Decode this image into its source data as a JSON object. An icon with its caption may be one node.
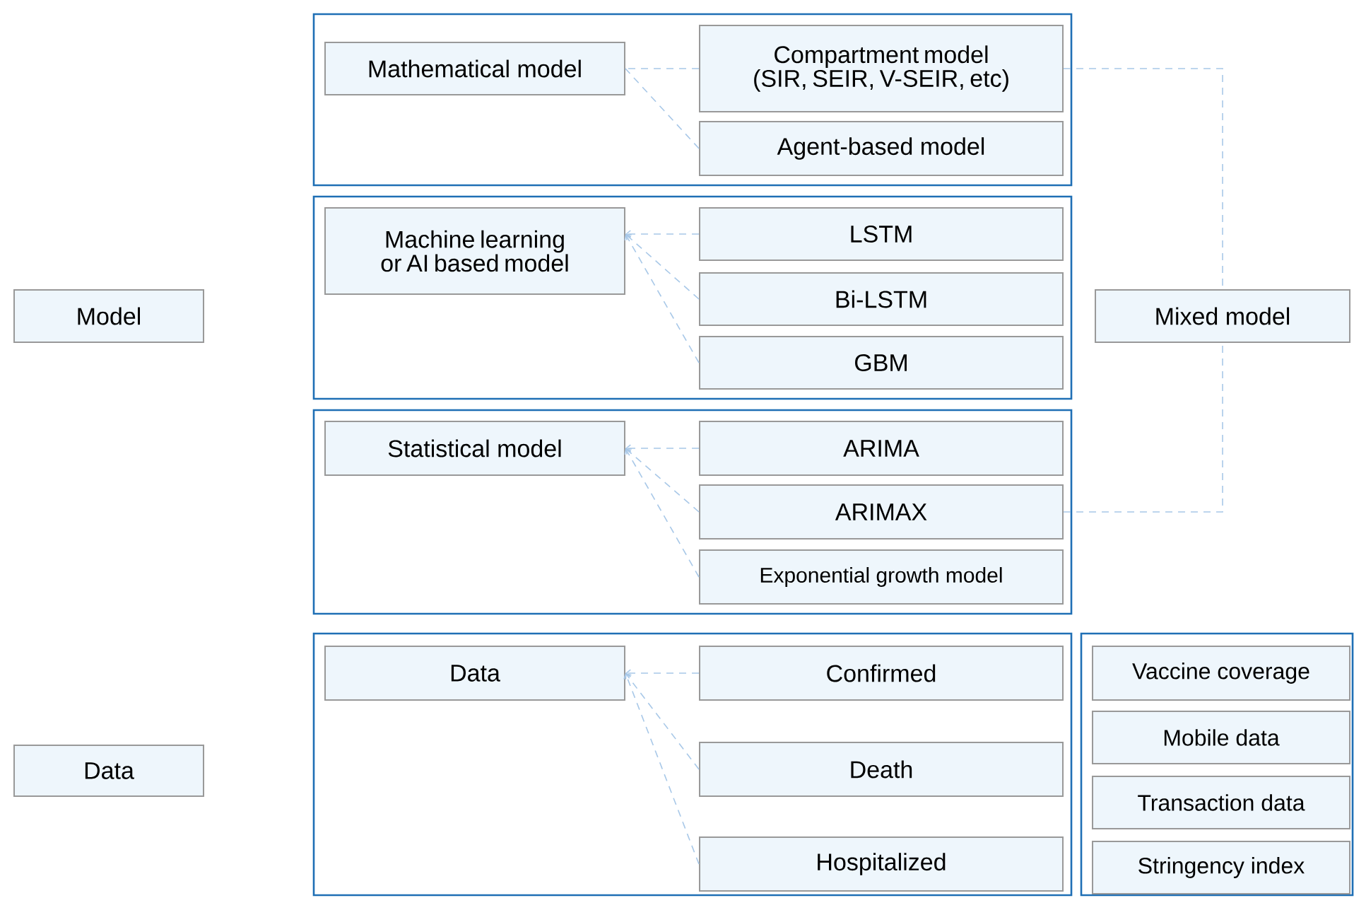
{
  "diagram": {
    "nodes": [
      {
        "text": [
          "Model"
        ]
      },
      {
        "text": [
          "Data"
        ]
      },
      {
        "text": [],
        "shape": "box"
      },
      {
        "text": [
          "Mathematical model"
        ],
        "in": 2
      },
      {
        "text": [
          "Compartment model (SIR, SEIR, V-SEIR, etc)"
        ],
        "in": 2
      },
      {
        "text": [
          "Agent-based model"
        ],
        "in": 2
      },
      {
        "text": [],
        "shape": "box"
      },
      {
        "text": [
          "Machine learning or AI based model"
        ],
        "in": 6
      },
      {
        "text": [
          "LSTM"
        ],
        "in": 6
      },
      {
        "text": [
          "Bi-LSTM"
        ],
        "in": 6
      },
      {
        "text": [
          "GBM"
        ],
        "in": 6
      },
      {
        "text": [],
        "shape": "box"
      },
      {
        "text": [
          "Statistical model"
        ],
        "in": 11
      },
      {
        "text": [
          "ARIMA"
        ],
        "in": 11
      },
      {
        "text": [
          "ARIMAX"
        ],
        "in": 11
      },
      {
        "text": [
          "Exponential growth model"
        ],
        "in": 11
      },
      {
        "text": [],
        "shape": "box"
      },
      {
        "text": [
          "Data"
        ],
        "in": 16
      },
      {
        "text": [
          "Confirmed"
        ],
        "in": 16
      },
      {
        "text": [
          "Death"
        ],
        "in": 16
      },
      {
        "text": [
          "Hospitalized"
        ],
        "in": 16
      },
      {
        "text": [],
        "shape": "box"
      },
      {
        "text": [
          "Vaccine coverage"
        ],
        "in": 21
      },
      {
        "text": [
          "Mobile data"
        ],
        "in": 21
      },
      {
        "text": [
          "Transaction data"
        ],
        "in": 21
      },
      {
        "text": [
          "Stringency index"
        ],
        "in": 21
      },
      {
        "text": [
          "Mixed model"
        ]
      }
    ],
    "edges": [
      {
        "from": 4,
        "to": 3,
        "arrow": "none",
        "style": "dashed"
      },
      {
        "from": 5,
        "to": 3,
        "arrow": "none",
        "style": "dashed"
      },
      {
        "from": 8,
        "to": 7,
        "arrow": "to",
        "style": "dashed"
      },
      {
        "from": 9,
        "to": 7,
        "arrow": "to",
        "style": "dashed"
      },
      {
        "from": 10,
        "to": 7,
        "arrow": "to",
        "style": "dashed"
      },
      {
        "from": 13,
        "to": 12,
        "arrow": "to",
        "style": "dashed"
      },
      {
        "from": 14,
        "to": 12,
        "arrow": "to",
        "style": "dashed"
      },
      {
        "from": 15,
        "to": 12,
        "arrow": "to",
        "style": "dashed"
      },
      {
        "from": 18,
        "to": 17,
        "arrow": "to",
        "style": "dashed"
      },
      {
        "from": 19,
        "to": 17,
        "arrow": "to",
        "style": "dashed"
      },
      {
        "from": 20,
        "to": 17,
        "arrow": "to",
        "style": "dashed"
      },
      {
        "from": 4,
        "to": 26,
        "arrow": "none",
        "style": "dashed"
      },
      {
        "from": 14,
        "to": 26,
        "arrow": "none",
        "style": "dashed"
      }
    ]
  }
}
